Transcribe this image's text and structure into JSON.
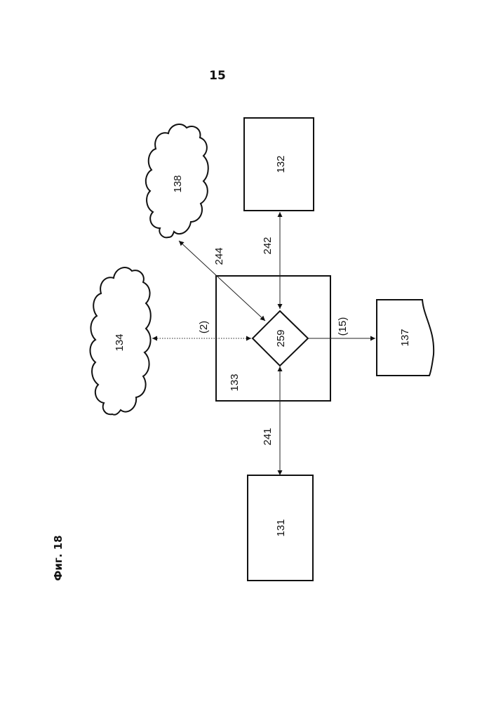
{
  "page_number": "15",
  "figure_caption": "Фиг. 18",
  "nodes": {
    "n131": {
      "label": "131",
      "shape": "rectangle"
    },
    "n132": {
      "label": "132",
      "shape": "rectangle"
    },
    "n133": {
      "label": "133",
      "shape": "rectangle"
    },
    "n134": {
      "label": "134",
      "shape": "cloud"
    },
    "n137": {
      "label": "137",
      "shape": "document"
    },
    "n138": {
      "label": "138",
      "shape": "cloud"
    },
    "n259": {
      "label": "259",
      "shape": "diamond"
    }
  },
  "edges": {
    "e241": {
      "label": "241",
      "from": "259",
      "to": "131",
      "style": "solid",
      "direction": "bidirectional"
    },
    "e242": {
      "label": "242",
      "from": "259",
      "to": "132",
      "style": "solid",
      "direction": "bidirectional"
    },
    "e244": {
      "label": "244",
      "from": "259",
      "to": "138",
      "style": "solid",
      "direction": "bidirectional"
    },
    "e2": {
      "label": "(2)",
      "from": "259",
      "to": "134",
      "style": "dotted",
      "direction": "bidirectional"
    },
    "e15": {
      "label": "(15)",
      "from": "259",
      "to": "137",
      "style": "solid",
      "direction": "forward"
    }
  }
}
